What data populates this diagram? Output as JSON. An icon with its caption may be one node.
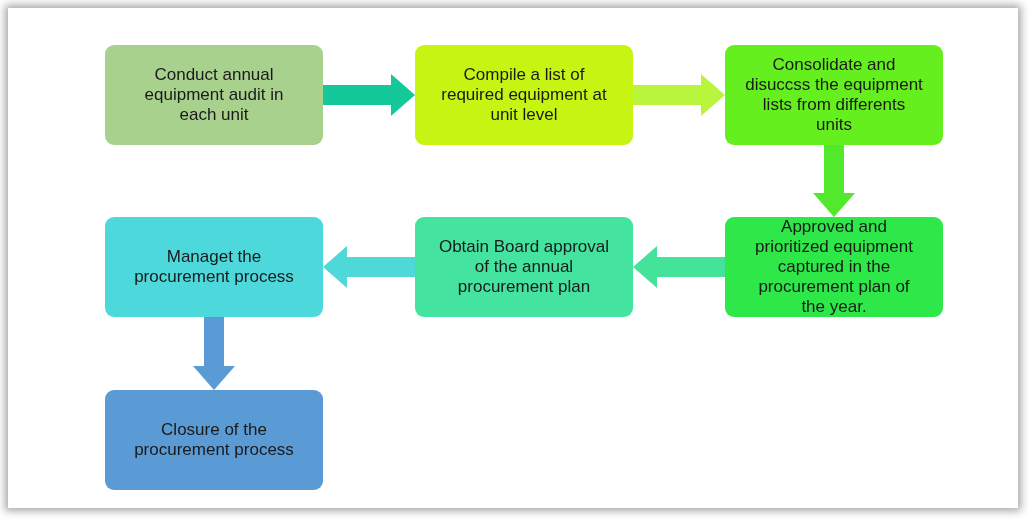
{
  "diagram": {
    "nodes": [
      {
        "text": [
          "Conduct annual equipment audit in each unit"
        ]
      },
      {
        "text": [
          "Compile a list of required equipment at unit level"
        ]
      },
      {
        "text": [
          "Consolidate and disuccss the equipment lists from differents units"
        ]
      },
      {
        "text": [
          "Approved and prioritized equipment captured in the procurement plan of the year."
        ]
      },
      {
        "text": [
          "Obtain Board approval of the annual procurement plan"
        ]
      },
      {
        "text": [
          "Managet the procurement process"
        ]
      },
      {
        "text": [
          "Closure of the procurement process"
        ]
      }
    ],
    "edges": [
      {
        "from": 0,
        "to": 1,
        "arrow": "to",
        "color": "#14c89a"
      },
      {
        "from": 1,
        "to": 2,
        "arrow": "to",
        "color": "#b9f53c"
      },
      {
        "from": 2,
        "to": 3,
        "arrow": "to",
        "color": "#52e82c"
      },
      {
        "from": 3,
        "to": 4,
        "arrow": "to",
        "color": "#44e39a"
      },
      {
        "from": 4,
        "to": 5,
        "arrow": "to",
        "color": "#4fd8d8"
      },
      {
        "from": 5,
        "to": 6,
        "arrow": "to",
        "color": "#5b9bd5"
      }
    ]
  }
}
